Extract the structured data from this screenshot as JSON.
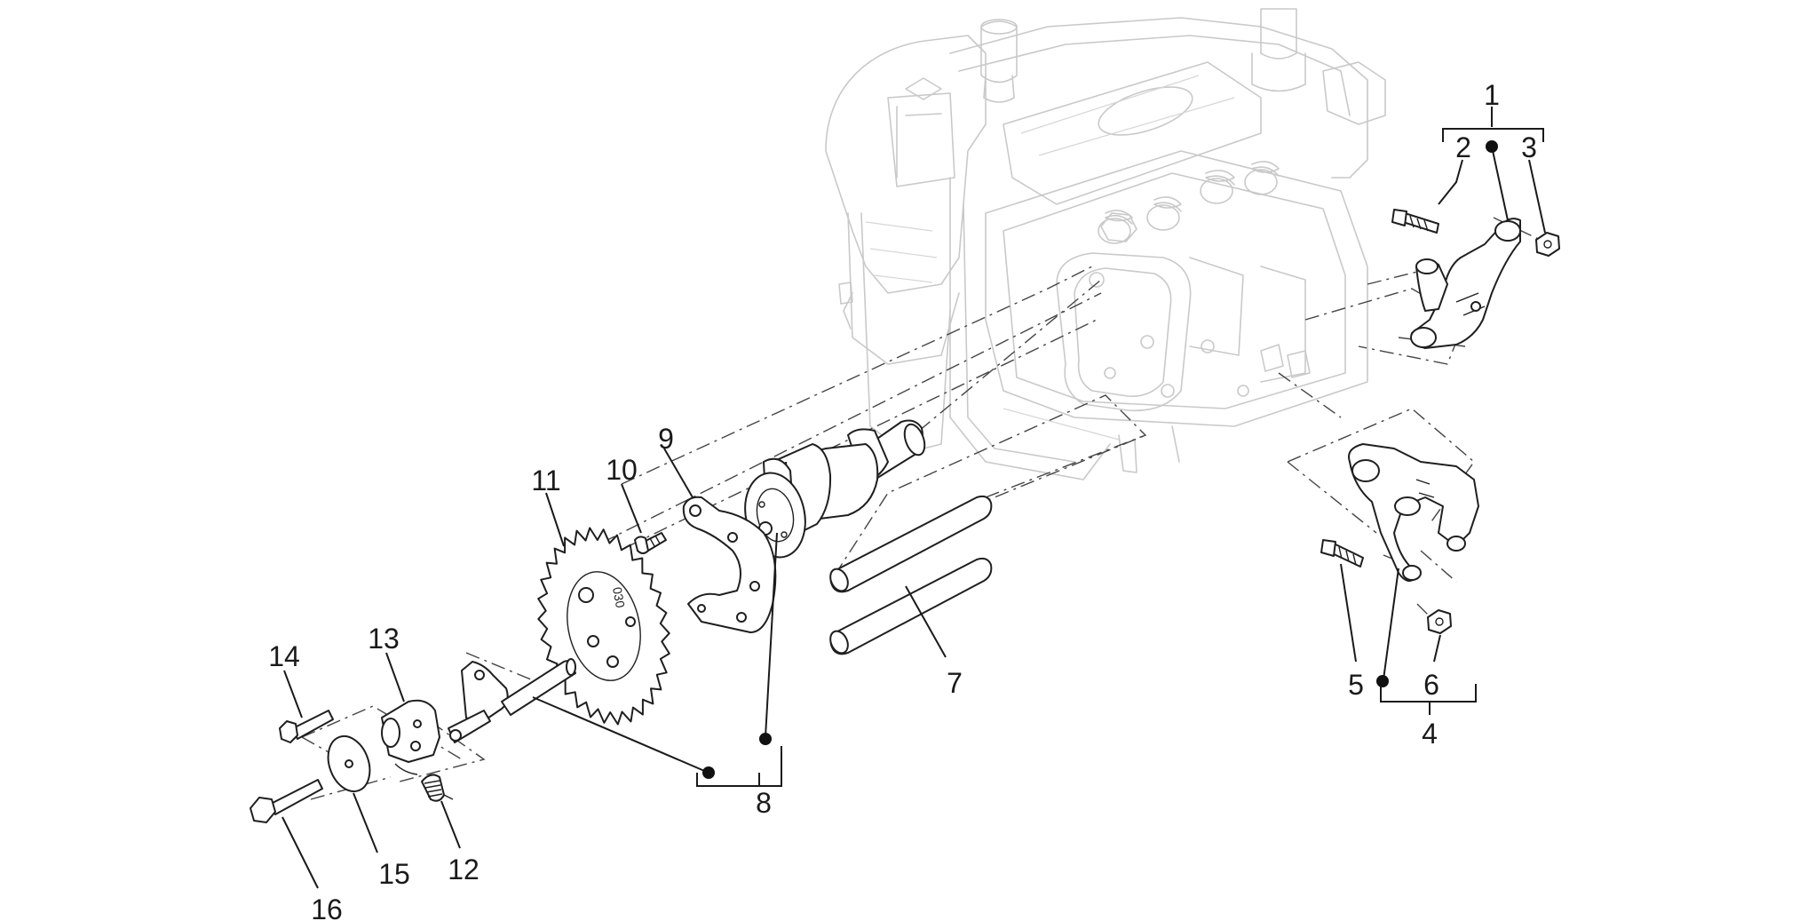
{
  "diagram": {
    "callouts": [
      {
        "id": "c1",
        "text": "1"
      },
      {
        "id": "c2",
        "text": "2"
      },
      {
        "id": "c3",
        "text": "3"
      },
      {
        "id": "c4",
        "text": "4"
      },
      {
        "id": "c5",
        "text": "5"
      },
      {
        "id": "c6",
        "text": "6"
      },
      {
        "id": "c7",
        "text": "7"
      },
      {
        "id": "c8",
        "text": "8"
      },
      {
        "id": "c9",
        "text": "9"
      },
      {
        "id": "c10",
        "text": "10"
      },
      {
        "id": "c11",
        "text": "11"
      },
      {
        "id": "c12",
        "text": "12"
      },
      {
        "id": "c13",
        "text": "13"
      },
      {
        "id": "c14",
        "text": "14"
      },
      {
        "id": "c15",
        "text": "15"
      },
      {
        "id": "c16",
        "text": "16"
      }
    ],
    "gear_marking": "030"
  }
}
